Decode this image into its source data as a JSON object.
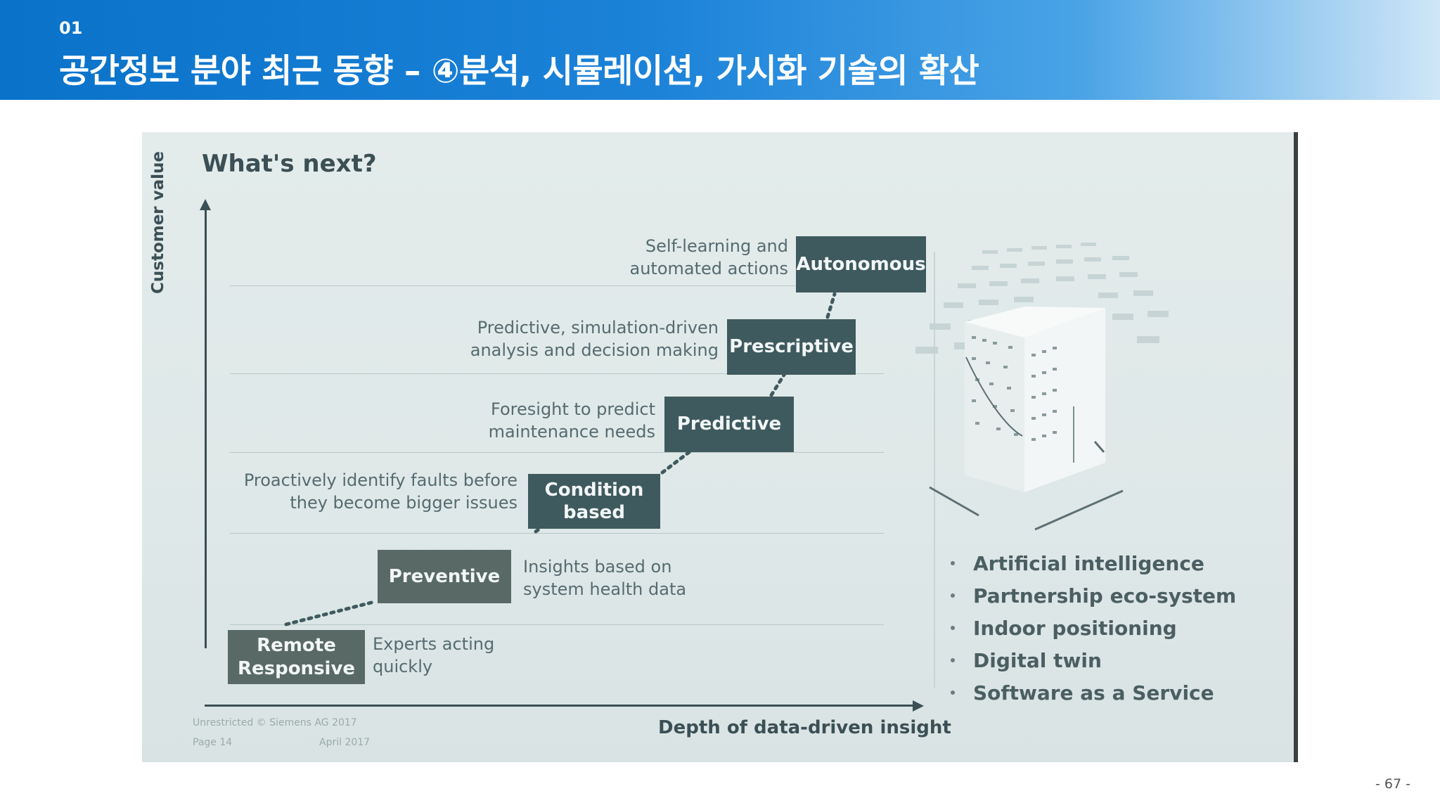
{
  "header": {
    "section_number": "01",
    "title": "공간정보 분야 최근 동향 – ④분석, 시뮬레이션, 가시화 기술의 확산"
  },
  "slide": {
    "heading": "What's next?",
    "y_axis_label": "Customer value",
    "x_axis_label": "Depth of data-driven insight",
    "stages": [
      {
        "name": "Remote\nResponsive",
        "description": "Experts acting\nquickly"
      },
      {
        "name": "Preventive",
        "description": "Insights based on\nsystem health data"
      },
      {
        "name": "Condition\nbased",
        "description": "Proactively identify faults before\nthey become bigger issues"
      },
      {
        "name": "Predictive",
        "description": "Foresight to predict\nmaintenance needs"
      },
      {
        "name": "Prescriptive",
        "description": "Predictive, simulation-driven\nanalysis and decision making"
      },
      {
        "name": "Autonomous",
        "description": "Self-learning and\nautomated actions"
      }
    ],
    "bullets": [
      "Artificial intelligence",
      "Partnership eco-system",
      "Indoor positioning",
      "Digital twin",
      "Software as a Service"
    ],
    "footer": {
      "copyright": "Unrestricted © Siemens AG 2017",
      "page": "Page 14",
      "date": "April 2017"
    }
  },
  "page_number": "- 67 -"
}
